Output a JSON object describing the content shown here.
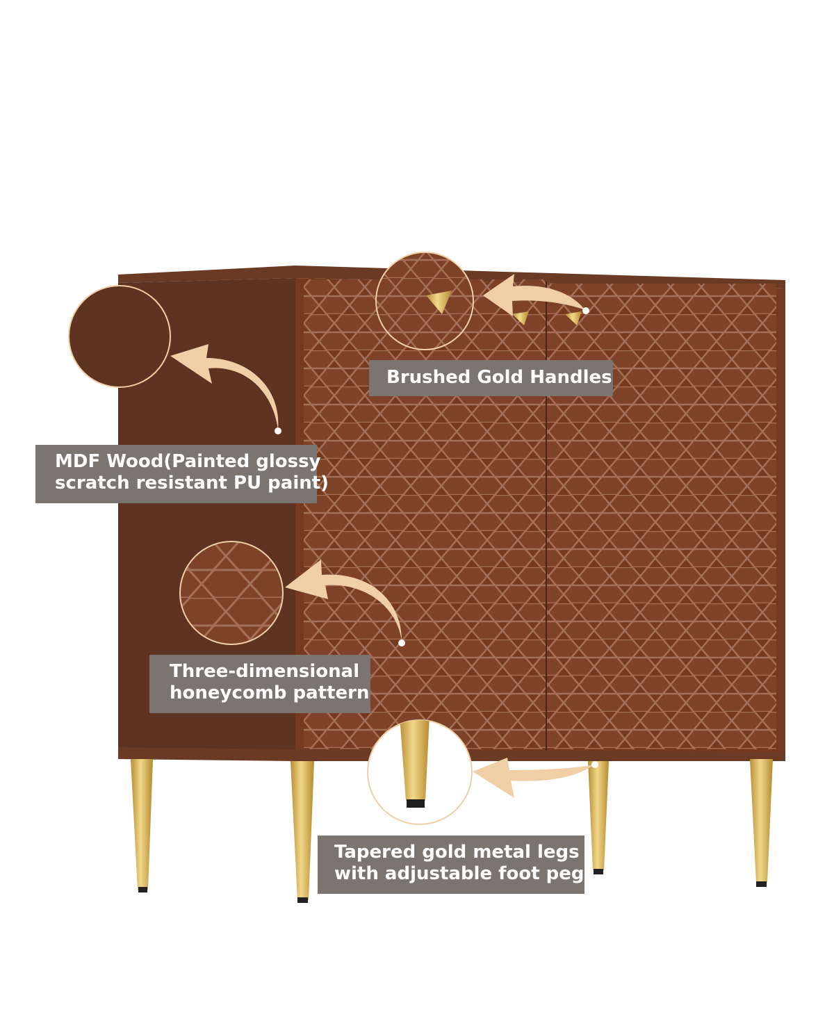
{
  "colors": {
    "cabinet_front": "#7a3f26",
    "cabinet_side": "#5e3321",
    "cabinet_top": "#6b3a25",
    "honeycomb_line": "#a06a4e",
    "gold": "#d9b45a",
    "arrow": "#f0cfa6",
    "label_bg": "#7b7572",
    "label_text": "#ffffff"
  },
  "callouts": {
    "handles": {
      "line1": "Brushed Gold Handles",
      "icon": "arrow-icon"
    },
    "material": {
      "line1": "MDF Wood(Painted glossy",
      "line2": "scratch resistant PU paint)",
      "icon": "arrow-icon"
    },
    "pattern": {
      "line1": "Three-dimensional",
      "line2": "honeycomb pattern",
      "icon": "arrow-icon"
    },
    "legs": {
      "line1": "Tapered gold metal legs",
      "line2": "with adjustable foot pegs",
      "icon": "arrow-icon"
    }
  }
}
